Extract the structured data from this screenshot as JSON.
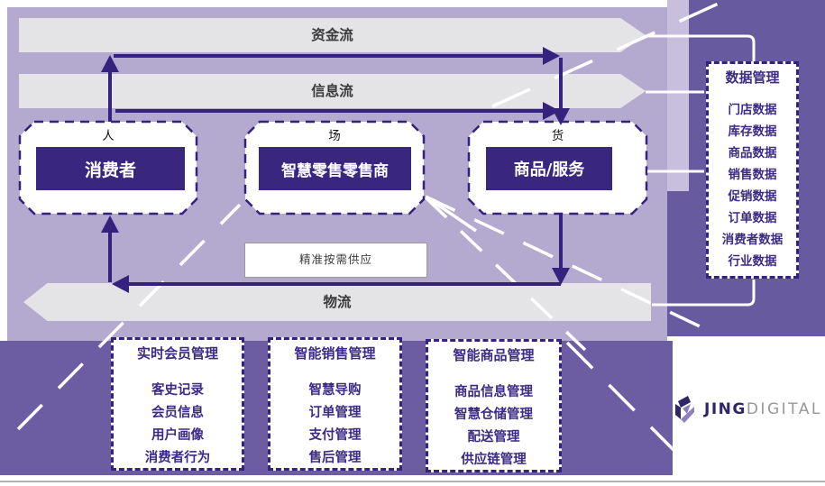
{
  "flows": {
    "capital": "资金流",
    "info": "信息流",
    "logistics": "物流"
  },
  "entities": [
    {
      "tag": "人",
      "name": "消费者"
    },
    {
      "tag": "场",
      "name": "智慧零售零售商"
    },
    {
      "tag": "货",
      "name": "商品/服务"
    }
  ],
  "supply_label": "精准按需供应",
  "data_panel": {
    "title": "数据管理",
    "items": [
      "门店数据",
      "库存数据",
      "商品数据",
      "销售数据",
      "促销数据",
      "订单数据",
      "消费者数据",
      "行业数据"
    ]
  },
  "bottom_panels": [
    {
      "title": "实时会员管理",
      "items": [
        "客史记录",
        "会员信息",
        "用户画像",
        "消费者行为"
      ]
    },
    {
      "title": "智能销售管理",
      "items": [
        "智慧导购",
        "订单管理",
        "支付管理",
        "售后管理"
      ]
    },
    {
      "title": "智能商品管理",
      "items": [
        "商品信息管理",
        "智慧仓储管理",
        "配送管理",
        "供应链管理"
      ]
    }
  ],
  "logo": {
    "bold": "JING",
    "light": "DIGITAL"
  },
  "colors": {
    "panel_light": "#b4a9ce",
    "strip_lighter": "#c8bfdd",
    "strip_dark": "#675a9f",
    "bottom_dark": "#6c5da2",
    "accent_dark": "#35217e",
    "node_fill": "#38267f",
    "band_gray": "#e4e3e6",
    "purple_text": "#3d2a85",
    "logo_dark": "#2f2668",
    "logo_gray": "#97979c"
  }
}
